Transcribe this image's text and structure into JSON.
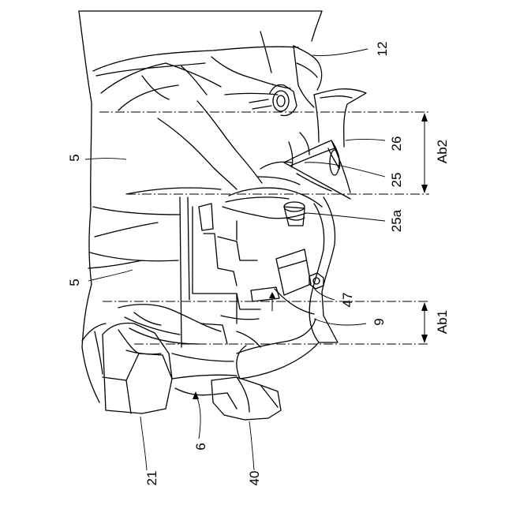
{
  "labels": {
    "ref_12": "12",
    "ref_26": "26",
    "ref_25": "25",
    "ref_25a": "25a",
    "ref_47": "47",
    "ref_9": "9",
    "ref_5_upper": "5",
    "ref_5_lower": "5",
    "ref_21": "21",
    "ref_6": "6",
    "ref_40": "40",
    "dim_ab2": "Ab2",
    "dim_ab1": "Ab1"
  }
}
